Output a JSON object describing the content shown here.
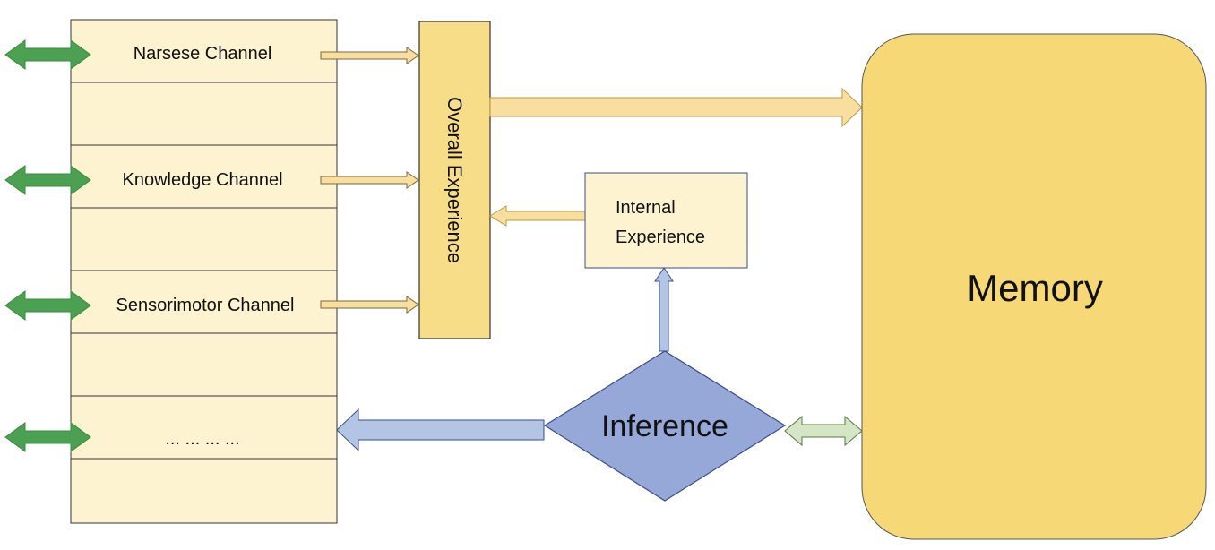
{
  "channels": [
    {
      "label": "Narsese Channel"
    },
    {
      "label": "Knowledge Channel"
    },
    {
      "label": "Sensorimotor Channel"
    },
    {
      "label": "... ... ... ..."
    }
  ],
  "overall_experience": {
    "label": "Overall Experience"
  },
  "internal_experience": {
    "line1": "Internal",
    "line2": "Experience"
  },
  "memory": {
    "label": "Memory"
  },
  "inference": {
    "label": "Inference"
  },
  "colors": {
    "channel_fill": "#FDF3D0",
    "box_fill": "#F8DD88",
    "memory_fill": "#F6D876",
    "inference_fill": "#95A8D8",
    "green_arrow": "#4CA052",
    "yellow_arrow": "#F8DFA0",
    "blue_arrow": "#B4C4E4",
    "light_green_arrow": "#D4E6C4"
  }
}
